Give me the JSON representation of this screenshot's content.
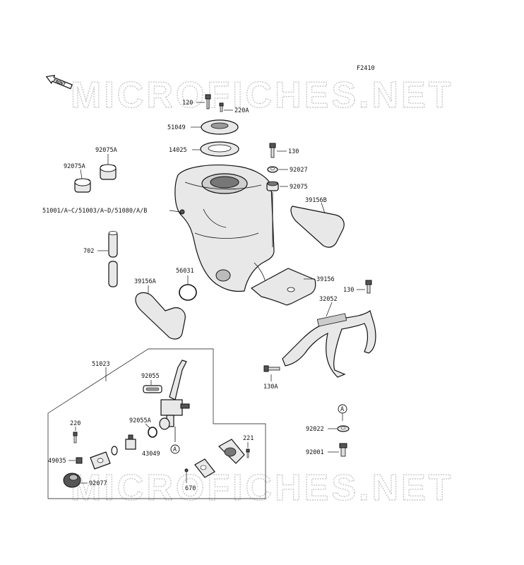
{
  "figure_code": "F2410",
  "front_badge": "FRONT",
  "watermark": "MICROFICHES.NET",
  "parts": [
    {
      "key": "p120",
      "label": "120"
    },
    {
      "key": "p220A",
      "label": "220A"
    },
    {
      "key": "p51049",
      "label": "51049"
    },
    {
      "key": "p14025",
      "label": "14025"
    },
    {
      "key": "p92075A_top",
      "label": "92075A"
    },
    {
      "key": "p92075A_left",
      "label": "92075A"
    },
    {
      "key": "p130_top",
      "label": "130"
    },
    {
      "key": "p92027",
      "label": "92027"
    },
    {
      "key": "p92075",
      "label": "92075"
    },
    {
      "key": "p39156B",
      "label": "39156B"
    },
    {
      "key": "pTank",
      "label": "51001/A~C/51003/A~D/51080/A/B"
    },
    {
      "key": "p702",
      "label": "702"
    },
    {
      "key": "p56031",
      "label": "56031"
    },
    {
      "key": "p39156A",
      "label": "39156A"
    },
    {
      "key": "p39156",
      "label": "39156"
    },
    {
      "key": "p130_right",
      "label": "130"
    },
    {
      "key": "p32052",
      "label": "32052"
    },
    {
      "key": "p130A",
      "label": "130A"
    },
    {
      "key": "p51023",
      "label": "51023"
    },
    {
      "key": "p92055",
      "label": "92055"
    },
    {
      "key": "p92055A",
      "label": "92055A"
    },
    {
      "key": "p43049",
      "label": "43049"
    },
    {
      "key": "p220",
      "label": "220"
    },
    {
      "key": "p49035",
      "label": "49035"
    },
    {
      "key": "p92077",
      "label": "92077"
    },
    {
      "key": "p221",
      "label": "221"
    },
    {
      "key": "p670",
      "label": "670"
    },
    {
      "key": "p92022",
      "label": "92022"
    },
    {
      "key": "p92001",
      "label": "92001"
    }
  ],
  "ref_marks": {
    "a1": "A",
    "a2": "A"
  }
}
